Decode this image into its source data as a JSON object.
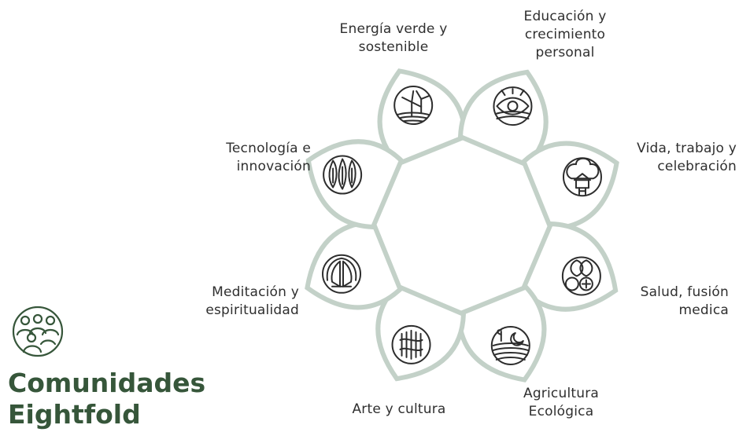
{
  "brand": {
    "title": "Comunidades\nEightfold",
    "color": "#36563a",
    "icon": "community-people-icon"
  },
  "petal_color": "#c3d1c8",
  "segments": [
    {
      "id": "energia",
      "label": "Energía verde y\nsostenible",
      "icon": "wind-turbine-icon"
    },
    {
      "id": "educacion",
      "label": "Educación y\ncrecimiento\npersonal",
      "icon": "eye-sunrise-icon"
    },
    {
      "id": "vida",
      "label": "Vida, trabajo y\ncelebración",
      "icon": "treehouse-icon"
    },
    {
      "id": "salud",
      "label": "Salud, fusión\nmedica",
      "icon": "herbal-medicine-icon"
    },
    {
      "id": "agricultura",
      "label": "Agricultura\nEcológica",
      "icon": "field-moon-icon"
    },
    {
      "id": "arte",
      "label": "Arte y cultura",
      "icon": "art-texture-icon"
    },
    {
      "id": "meditacion",
      "label": "Meditación y\nespiritualidad",
      "icon": "praying-hands-icon"
    },
    {
      "id": "tecnologia",
      "label": "Tecnología e\ninnovación",
      "icon": "circuit-leaves-icon"
    }
  ]
}
